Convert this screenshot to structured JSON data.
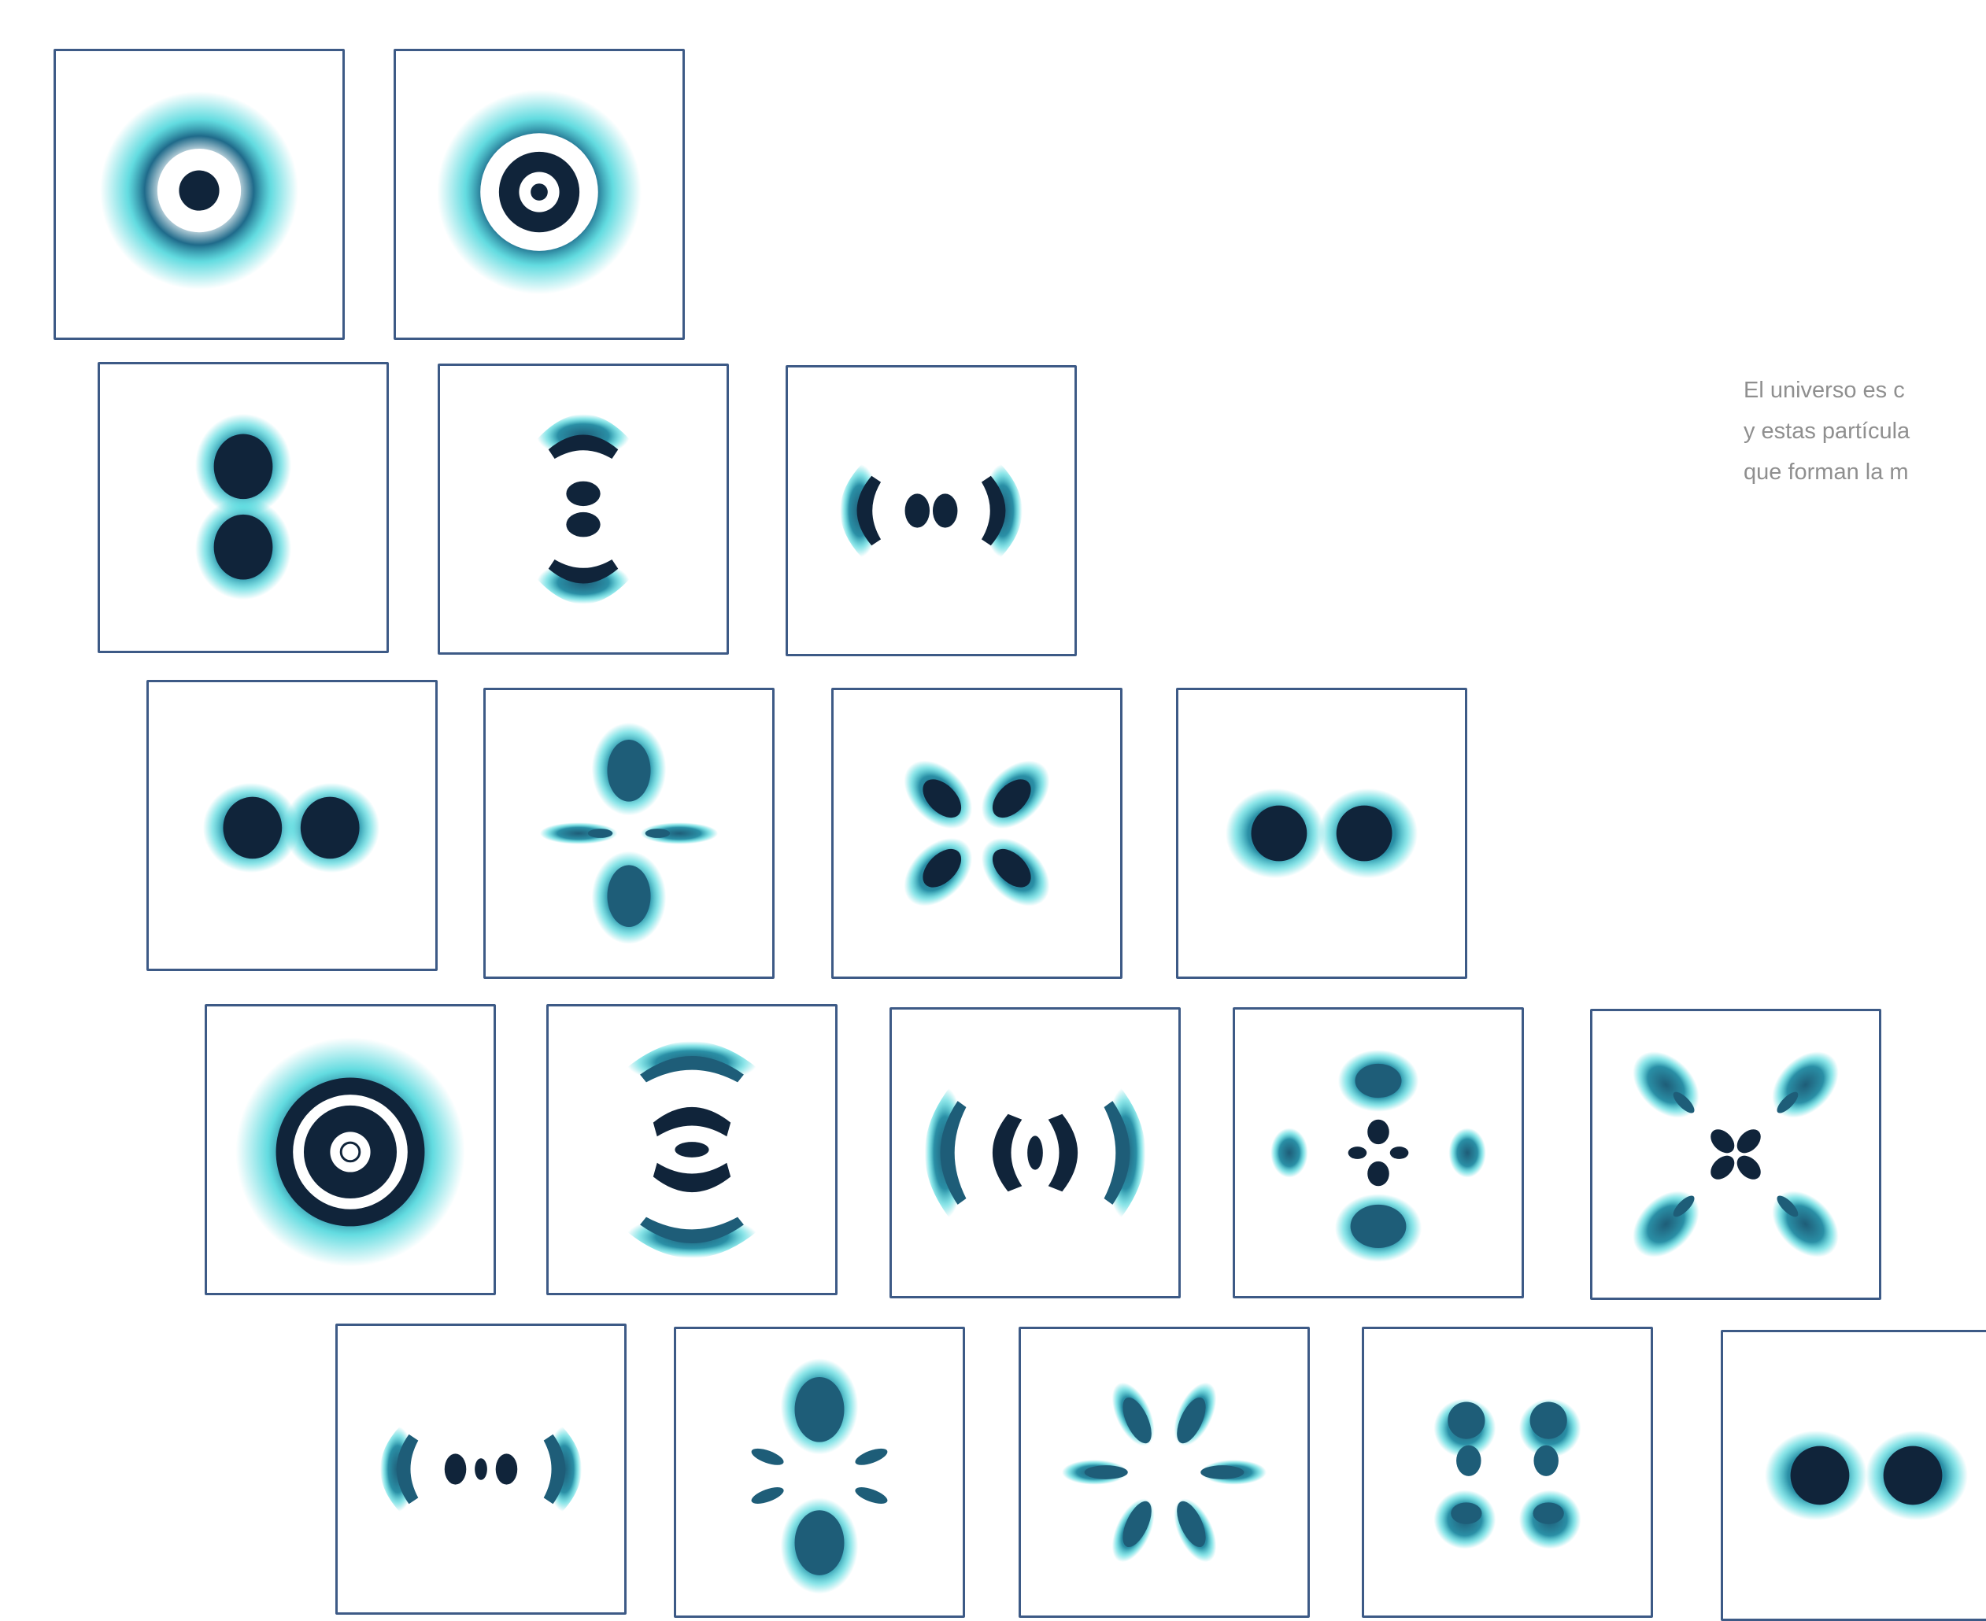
{
  "caption": {
    "lines": [
      "El universo es c",
      "y estas partícula",
      "que forman la m"
    ]
  },
  "colors": {
    "frame": "#3d5a86",
    "core": "#10243a",
    "lobe": "#1e5d78",
    "glow": "#2fd0d6",
    "caption_text": "#8f8f8f"
  },
  "orbitals": [
    {
      "row": 1,
      "col": 1,
      "icon": "1s-orbital-icon"
    },
    {
      "row": 1,
      "col": 2,
      "icon": "2s-orbital-icon"
    },
    {
      "row": 2,
      "col": 1,
      "icon": "2p-orbital-icon"
    },
    {
      "row": 2,
      "col": 2,
      "icon": "3p-orbital-icon"
    },
    {
      "row": 2,
      "col": 3,
      "icon": "3p-orbital-icon"
    },
    {
      "row": 3,
      "col": 1,
      "icon": "3p-orbital-icon"
    },
    {
      "row": 3,
      "col": 2,
      "icon": "3d-orbital-icon"
    },
    {
      "row": 3,
      "col": 3,
      "icon": "3d-orbital-icon"
    },
    {
      "row": 3,
      "col": 4,
      "icon": "3d-orbital-icon"
    },
    {
      "row": 4,
      "col": 1,
      "icon": "3s-orbital-icon"
    },
    {
      "row": 4,
      "col": 2,
      "icon": "4p-orbital-icon"
    },
    {
      "row": 4,
      "col": 3,
      "icon": "4p-orbital-icon"
    },
    {
      "row": 4,
      "col": 4,
      "icon": "4d-orbital-icon"
    },
    {
      "row": 4,
      "col": 5,
      "icon": "4d-orbital-icon"
    },
    {
      "row": 5,
      "col": 1,
      "icon": "4p-orbital-icon"
    },
    {
      "row": 5,
      "col": 2,
      "icon": "4f-orbital-icon"
    },
    {
      "row": 5,
      "col": 3,
      "icon": "4f-orbital-icon"
    },
    {
      "row": 5,
      "col": 4,
      "icon": "4f-orbital-icon"
    },
    {
      "row": 5,
      "col": 5,
      "icon": "4d-orbital-icon"
    }
  ]
}
